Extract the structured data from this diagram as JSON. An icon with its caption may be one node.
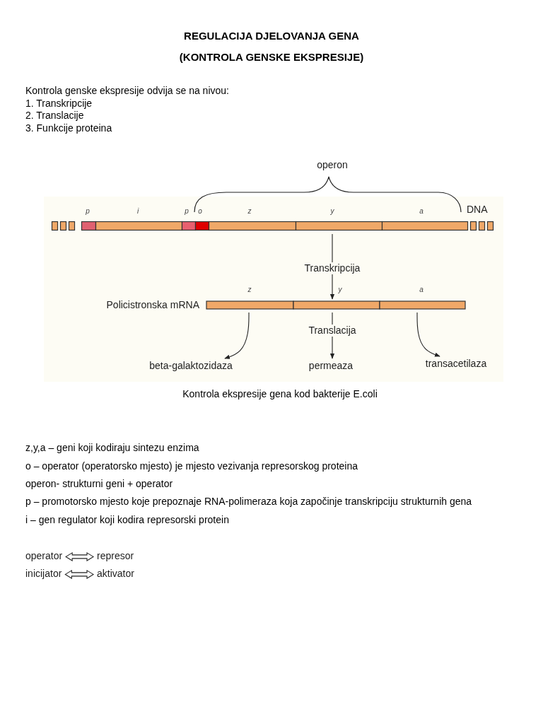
{
  "diagram": {
    "title": "REGULACIJA DJELOVANJA GENA (KONTROLA GENSKE EKSPRESIJE)",
    "caption": "Kontrola ekspresije gena kod bakterije E.coli",
    "nodes": [
      {
        "text": [],
        "shape": "bar",
        "beside": [
          "DNA"
        ]
      },
      {
        "text": [],
        "shape": "bar",
        "beside": [
          "Policistronska mRNA"
        ]
      },
      {
        "text": [
          "beta-galaktozidaza"
        ]
      },
      {
        "text": [
          "permeaza"
        ]
      },
      {
        "text": [
          "transacetilaza"
        ]
      },
      {
        "text": [
          "operator"
        ]
      },
      {
        "text": [
          "represor"
        ]
      },
      {
        "text": [
          "inicijator"
        ]
      },
      {
        "text": [
          "aktivator"
        ]
      }
    ],
    "edges": [
      {
        "from": 0,
        "to": 1,
        "arrow": "to",
        "label": "Transkripcija"
      },
      {
        "from": 1,
        "to": 2,
        "arrow": "to"
      },
      {
        "from": 1,
        "to": 3,
        "arrow": "to",
        "label": "Translacija"
      },
      {
        "from": 1,
        "to": 4,
        "arrow": "to"
      },
      {
        "from": 5,
        "to": 6,
        "arrow": "both"
      },
      {
        "from": 7,
        "to": 8,
        "arrow": "both"
      }
    ],
    "labels": [
      "Kontrola genske ekspresije odvija se na nivou:",
      "1. Transkripcije",
      "2. Translacije",
      "3. Funkcije proteina",
      "operon",
      "p",
      "i",
      "p",
      "o",
      "z",
      "y",
      "a",
      "z",
      "y",
      "a",
      "z,y,a – geni koji kodiraju sintezu enzima",
      "o – operator (operatorsko mjesto) je mjesto vezivanja represorskog proteina",
      "operon- strukturni geni + operator",
      "p – promotorsko mjesto koje prepoznaje RNA-polimeraza koja započinje transkripciju strukturnih gena",
      "i – gen regulator koji kodira represorski protein"
    ]
  }
}
